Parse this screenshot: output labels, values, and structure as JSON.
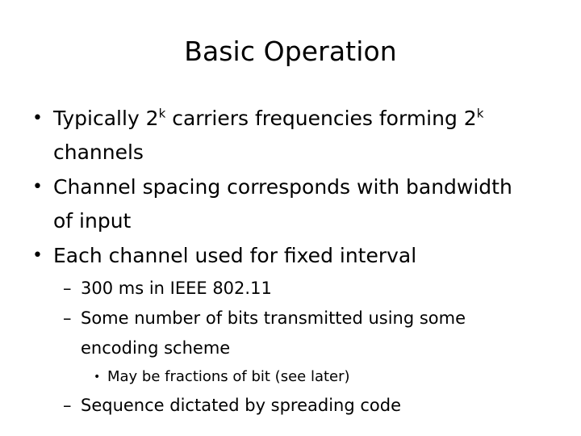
{
  "slide": {
    "title": "Basic Operation",
    "background_color": "#FFFFFF",
    "text_color": "#000000",
    "markers": {
      "level1": "•",
      "level2": "–",
      "level3": "•"
    },
    "bullets": [
      {
        "level": 1,
        "marker": "•",
        "text_before_sup_1": "Typically 2",
        "sup_1": "k",
        "text_mid": " carriers frequencies forming 2",
        "sup_2": "k",
        "text_after": " channels",
        "full_text": "Typically 2k carriers frequencies forming 2k channels"
      },
      {
        "level": 1,
        "marker": "•",
        "full_text": "Channel spacing corresponds with bandwidth of input"
      },
      {
        "level": 1,
        "marker": "•",
        "full_text": "Each channel used for fixed interval"
      },
      {
        "level": 2,
        "marker": "–",
        "full_text": "300 ms in IEEE 802.11"
      },
      {
        "level": 2,
        "marker": "–",
        "full_text": "Some number of bits transmitted using some encoding scheme"
      },
      {
        "level": 3,
        "marker": "•",
        "full_text": "May be fractions of bit (see later)"
      },
      {
        "level": 2,
        "marker": "–",
        "full_text": "Sequence dictated by spreading code"
      }
    ]
  }
}
